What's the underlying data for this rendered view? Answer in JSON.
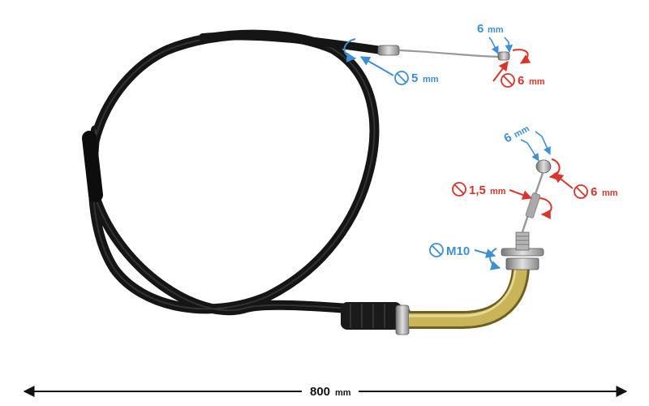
{
  "colors": {
    "blue": "#3d8fd6",
    "red": "#d8362a",
    "cable": "#151515",
    "brass": "#b8a24a",
    "steel": "#a8a8a8"
  },
  "labels": {
    "top_cable_end_length": {
      "value": "6",
      "unit": "mm"
    },
    "top_nipple_diameter": {
      "value": "6",
      "unit": "mm"
    },
    "outer_sheath_diameter": {
      "value": "5",
      "unit": "mm"
    },
    "bottom_cable_end_length": {
      "value": "6",
      "unit": "mm"
    },
    "bottom_nipple_diameter": {
      "value": "6",
      "unit": "mm"
    },
    "inner_wire_diameter": {
      "value": "1,5",
      "unit": "mm"
    },
    "thread_size": {
      "value": "M10",
      "unit": ""
    },
    "total_length": {
      "value": "800",
      "unit": "mm"
    }
  }
}
